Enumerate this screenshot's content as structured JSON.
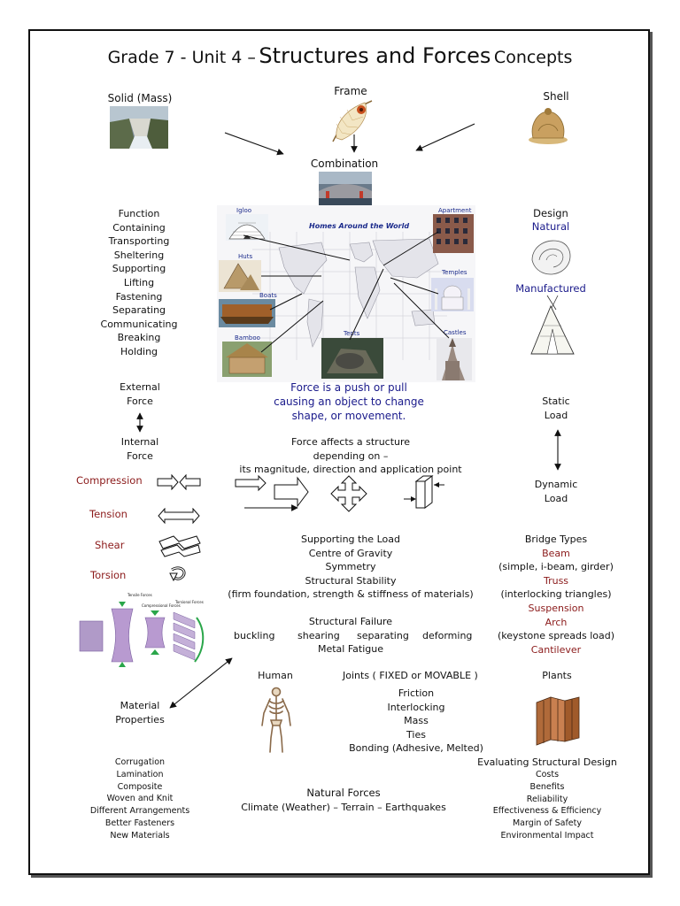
{
  "title": {
    "prefix": "Grade 7 - Unit 4 –",
    "main": "Structures and Forces",
    "suffix": "Concepts"
  },
  "types": {
    "solid": "Solid (Mass)",
    "frame": "Frame",
    "shell": "Shell",
    "combination": "Combination"
  },
  "function": {
    "heading": "Function",
    "items": [
      "Containing",
      "Transporting",
      "Sheltering",
      "Supporting",
      "Lifting",
      "Fastening",
      "Separating",
      "Communicating",
      "Breaking",
      "Holding"
    ]
  },
  "map": {
    "title": "Homes Around the World",
    "labels": [
      "Igloo",
      "Apartment",
      "Huts",
      "Boats",
      "Temples",
      "Bamboo",
      "Tents",
      "Castles"
    ]
  },
  "design": {
    "heading": "Design",
    "natural": "Natural",
    "manufactured": "Manufactured"
  },
  "force_def": [
    "Force is a push or pull",
    "causing an object to change",
    "shape, or movement."
  ],
  "external_force": [
    "External",
    "Force"
  ],
  "internal_force": [
    "Internal",
    "Force"
  ],
  "static_load": [
    "Static",
    "Load"
  ],
  "dynamic_load": [
    "Dynamic",
    "Load"
  ],
  "force_affects": [
    "Force affects a structure",
    "depending on –",
    "its magnitude, direction and application point"
  ],
  "internal_forces": [
    "Compression",
    "Tension",
    "Shear",
    "Torsion"
  ],
  "stress_labels": [
    "Tensile Forces",
    "Compressional Forces",
    "Torsional Forces"
  ],
  "supporting": [
    "Supporting the Load",
    "Centre of Gravity",
    "Symmetry",
    "Structural Stability",
    "(firm foundation, strength & stiffness of materials)"
  ],
  "failure": {
    "heading": "Structural Failure",
    "types": [
      "buckling",
      "shearing",
      "separating",
      "deforming"
    ],
    "fatigue": "Metal Fatigue"
  },
  "bridges": {
    "heading": "Bridge Types",
    "beam": "Beam",
    "beam_note": "(simple, i-beam, girder)",
    "truss": "Truss",
    "truss_note": "(interlocking triangles)",
    "suspension": "Suspension",
    "arch": "Arch",
    "arch_note": "(keystone spreads load)",
    "cantilever": "Cantilever"
  },
  "joints": {
    "human": "Human",
    "heading": "Joints ( FIXED or MOVABLE )",
    "plants": "Plants",
    "items": [
      "Friction",
      "Interlocking",
      "Mass",
      "Ties",
      "Bonding (Adhesive, Melted)"
    ]
  },
  "material_properties": [
    "Material",
    "Properties"
  ],
  "materials": [
    "Corrugation",
    "Lamination",
    "Composite",
    "Woven and Knit",
    "Different Arrangements",
    "Better Fasteners",
    "New Materials"
  ],
  "natural_forces": {
    "heading": "Natural Forces",
    "items": "Climate (Weather) – Terrain – Earthquakes"
  },
  "evaluating": {
    "heading": "Evaluating Structural Design",
    "items": [
      "Costs",
      "Benefits",
      "Reliability",
      "Effectiveness &  Efficiency",
      "Margin of Safety",
      "Environmental Impact"
    ]
  }
}
